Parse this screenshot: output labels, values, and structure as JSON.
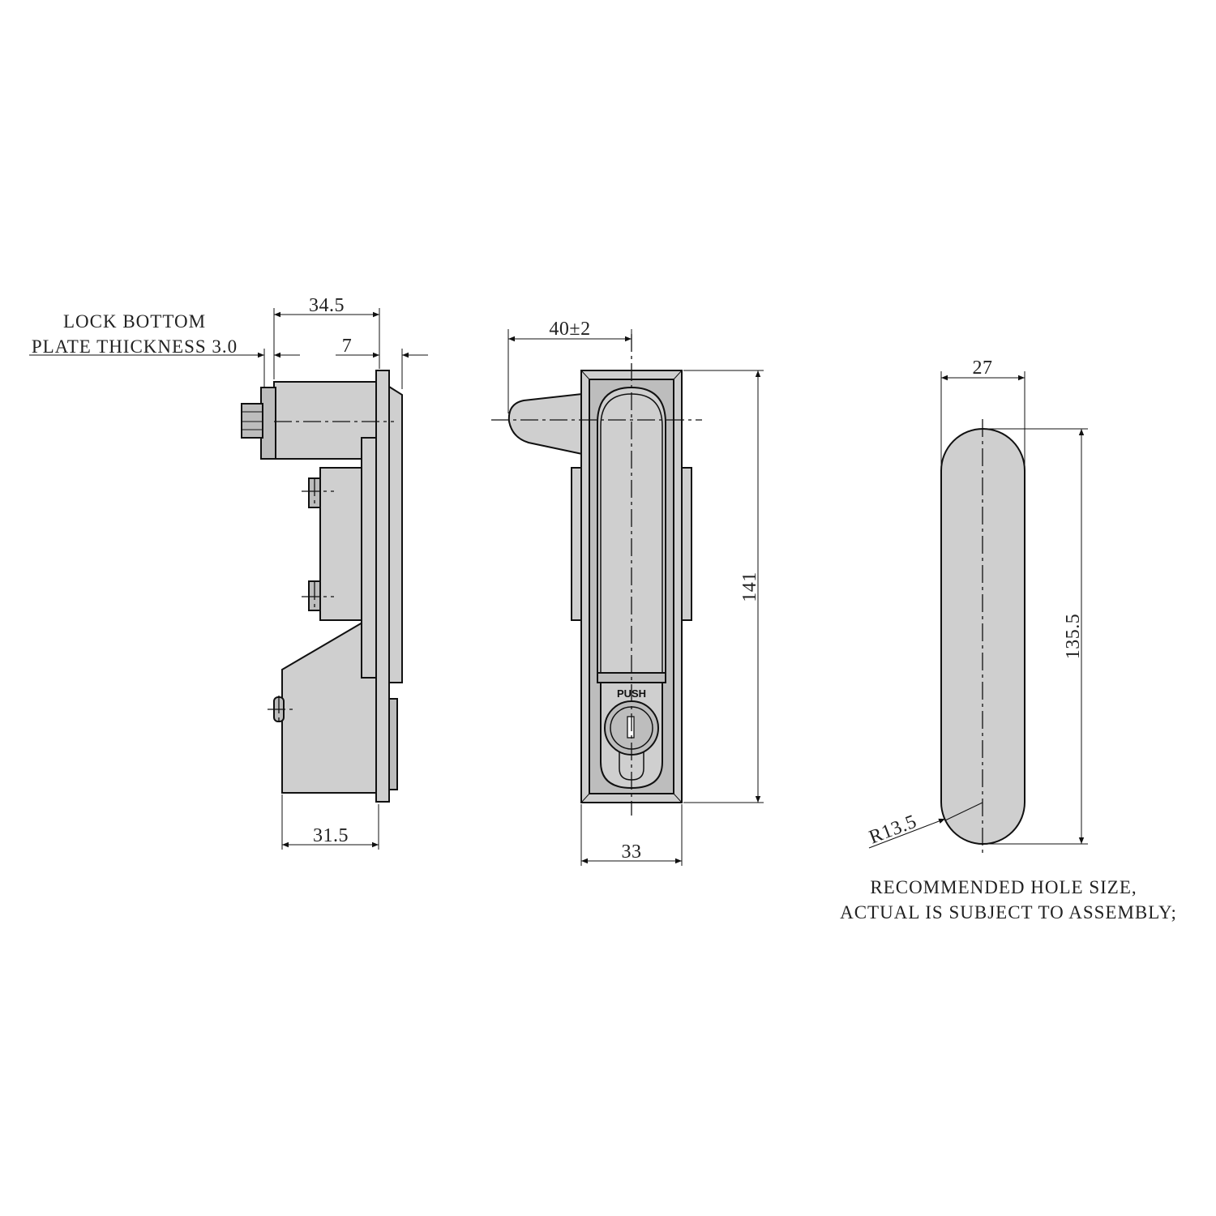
{
  "side_view": {
    "note_line1": "LOCK BOTTOM",
    "note_line2": "PLATE THICKNESS 3.0",
    "dim_depth": "34.5",
    "dim_offset": "7",
    "dim_body_width": "31.5"
  },
  "front_view": {
    "dim_handle_swing": "40±2",
    "dim_height": "141",
    "dim_width": "33",
    "push_label": "PUSH"
  },
  "cutout_view": {
    "dim_width": "27",
    "dim_height": "135.5",
    "dim_radius": "R13.5",
    "note_line1": "RECOMMENDED HOLE SIZE,",
    "note_line2": "ACTUAL IS SUBJECT TO ASSEMBLY;"
  }
}
